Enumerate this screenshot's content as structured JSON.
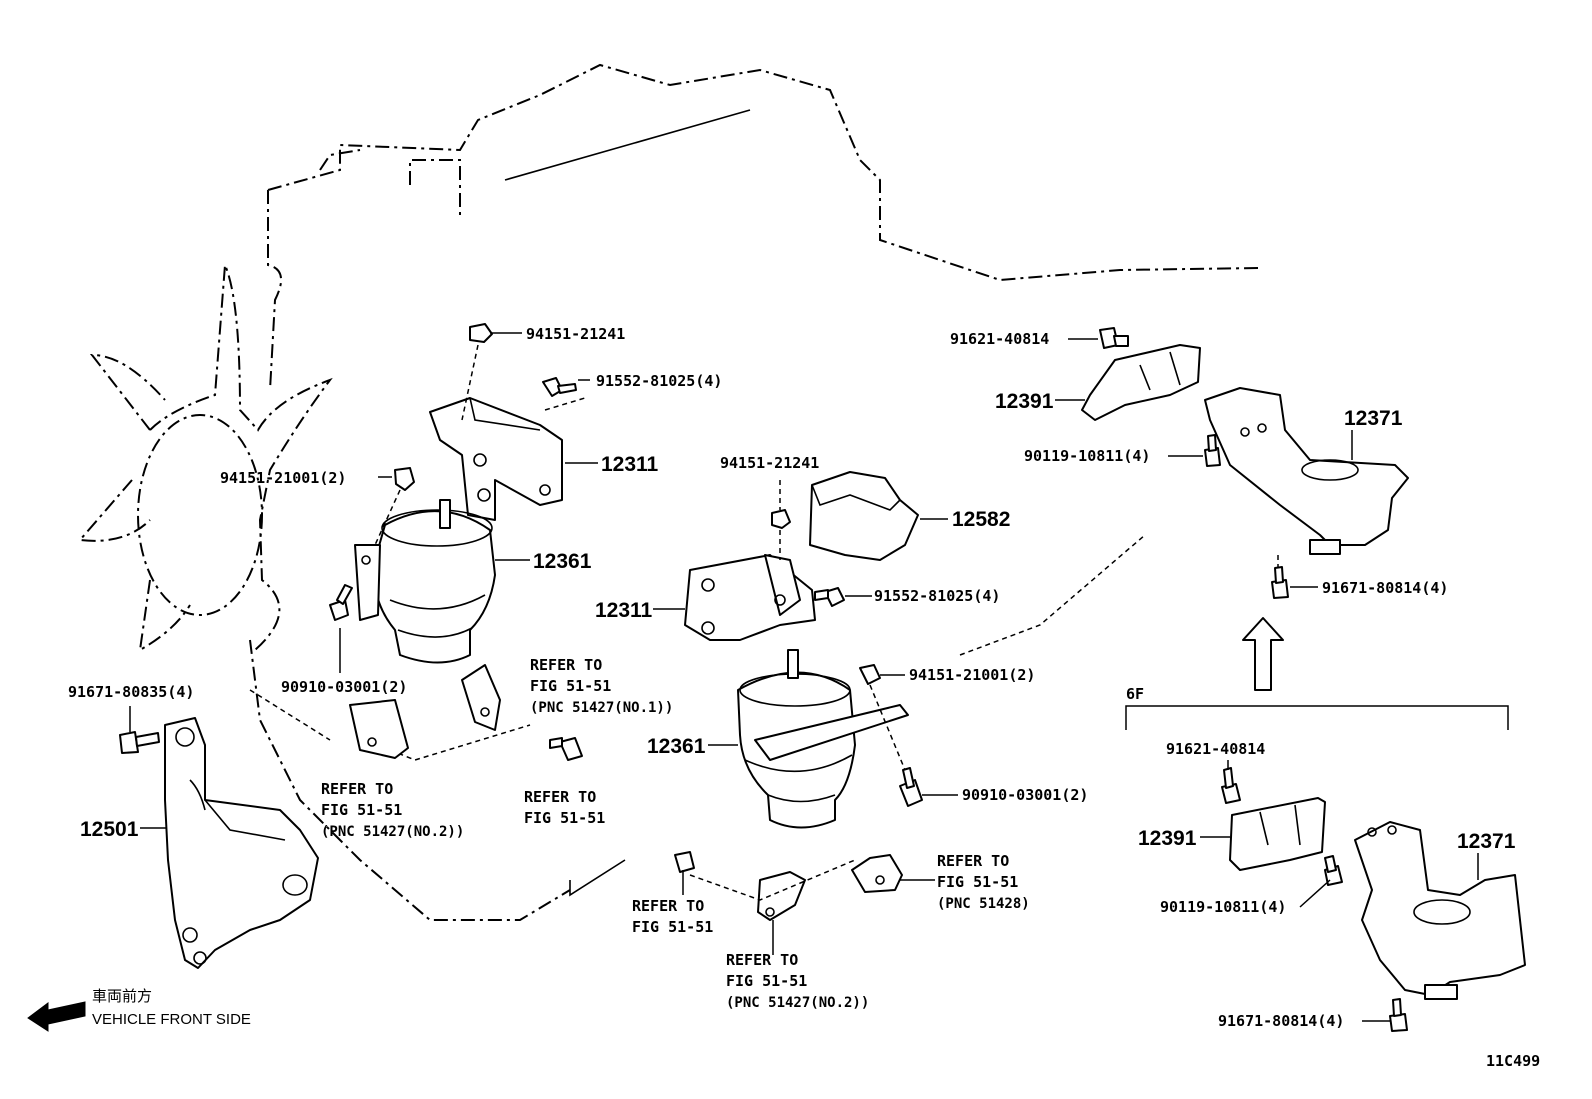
{
  "figure_id": "11C499",
  "front_indicator": {
    "japanese": "車両前方",
    "english": "VEHICLE FRONT SIDE"
  },
  "variant_label": "6F",
  "callouts": {
    "p94151_21241_a": "94151-21241",
    "p91552_81025_a": "91552-81025(4)",
    "p12311_a": "12311",
    "p94151_21001_a": "94151-21001(2)",
    "p12361_a": "12361",
    "p90910_03001_a": "90910-03001(2)",
    "p91671_80835": "91671-80835(4)",
    "p12501": "12501",
    "p94151_21241_b": "94151-21241",
    "p12582": "12582",
    "p12311_b": "12311",
    "p91552_81025_b": "91552-81025(4)",
    "p94151_21001_b": "94151-21001(2)",
    "p12361_b": "12361",
    "p90910_03001_b": "90910-03001(2)",
    "p91621_40814_a": "91621-40814",
    "p12391_a": "12391",
    "p12371_a": "12371",
    "p90119_10811_a": "90119-10811(4)",
    "p91671_80814_a": "91671-80814(4)",
    "p91621_40814_b": "91621-40814",
    "p12391_b": "12391",
    "p12371_b": "12371",
    "p90119_10811_b": "90119-10811(4)",
    "p91671_80814_b": "91671-80814(4)"
  },
  "references": {
    "ref1": [
      "REFER TO",
      "FIG 51-51",
      "(PNC 51427(NO.1))"
    ],
    "ref2": [
      "REFER TO",
      "FIG 51-51",
      "(PNC 51427(NO.2))"
    ],
    "ref3": [
      "REFER TO",
      "FIG 51-51"
    ],
    "ref4": [
      "REFER TO",
      "FIG 51-51"
    ],
    "ref5": [
      "REFER TO",
      "FIG 51-51",
      "(PNC 51427(NO.2))"
    ],
    "ref6": [
      "REFER TO",
      "FIG 51-51",
      "(PNC 51428)"
    ]
  }
}
